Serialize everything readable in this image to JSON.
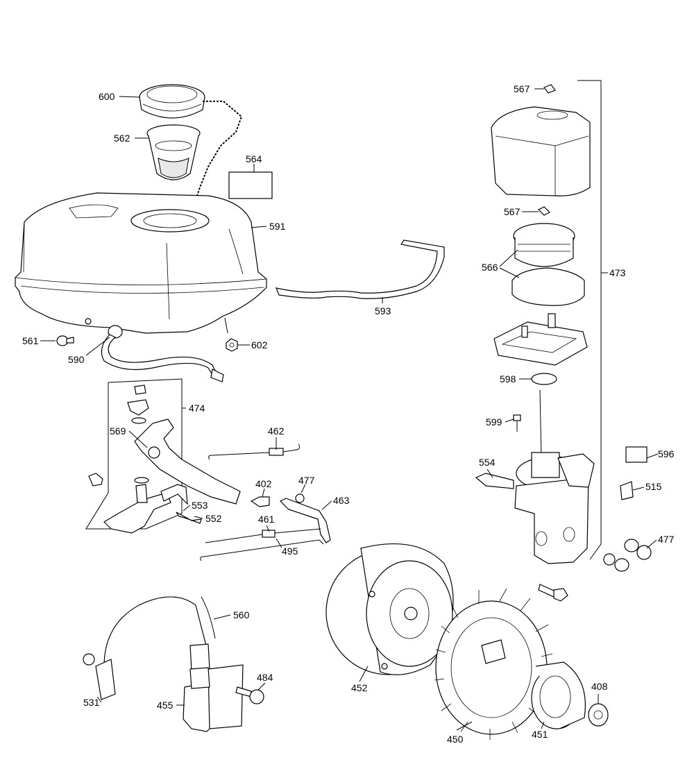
{
  "labels": {
    "p600": "600",
    "p562": "562",
    "p564": "564",
    "p591": "591",
    "p593": "593",
    "p561": "561",
    "p590": "590",
    "p602": "602",
    "p474": "474",
    "p569": "569",
    "p462": "462",
    "p402": "402",
    "p477a": "477",
    "p463": "463",
    "p553": "553",
    "p552": "552",
    "p461": "461",
    "p495": "495",
    "p560": "560",
    "p484": "484",
    "p531": "531",
    "p455": "455",
    "p452": "452",
    "p450": "450",
    "p451": "451",
    "p408": "408",
    "p567a": "567",
    "p567b": "567",
    "p566": "566",
    "p598": "598",
    "p599": "599",
    "p554": "554",
    "p473": "473",
    "p596": "596",
    "p515": "515",
    "p477b": "477"
  }
}
